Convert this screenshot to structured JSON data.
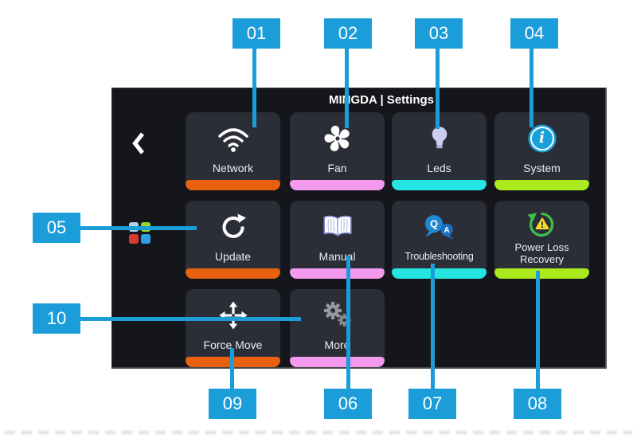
{
  "screen": {
    "title": "MINGDA | Settings",
    "back_icon": "chevron-left",
    "tiles": [
      {
        "label": "Network",
        "icon": "wifi-icon",
        "accent": "#e8610f"
      },
      {
        "label": "Fan",
        "icon": "fan-icon",
        "accent": "#f49aee"
      },
      {
        "label": "Leds",
        "icon": "bulb-icon",
        "accent": "#25e5e3"
      },
      {
        "label": "System",
        "icon": "info-circle-icon",
        "accent": "#abeb1e"
      },
      {
        "label": "Update",
        "icon": "refresh-icon",
        "accent": "#e8610f"
      },
      {
        "label": "Manual",
        "icon": "open-book-icon",
        "accent": "#f49aee"
      },
      {
        "label": "Troubleshooting",
        "icon": "qa-bubbles-icon",
        "accent": "#25e5e3"
      },
      {
        "label": "Power Loss Recovery",
        "icon": "power-loss-recovery-icon",
        "accent": "#abeb1e"
      },
      {
        "label": "Force Move",
        "icon": "move-arrows-icon",
        "accent": "#e8610f"
      },
      {
        "label": "More",
        "icon": "gears-icon",
        "accent": "#f49aee"
      }
    ],
    "icon_glyphs": {
      "info": "i",
      "qa_q": "Q",
      "qa_a": "A"
    }
  },
  "callouts": {
    "top": [
      {
        "num": "01",
        "target": "Network"
      },
      {
        "num": "02",
        "target": "Fan"
      },
      {
        "num": "03",
        "target": "Leds"
      },
      {
        "num": "04",
        "target": "System"
      }
    ],
    "left": [
      {
        "num": "05",
        "target": "Update"
      },
      {
        "num": "10",
        "target": "More"
      }
    ],
    "bottom": [
      {
        "num": "09",
        "target": "Force Move"
      },
      {
        "num": "06",
        "target": "Manual"
      },
      {
        "num": "07",
        "target": "Troubleshooting"
      },
      {
        "num": "08",
        "target": "Power Loss Recovery"
      }
    ]
  },
  "colors": {
    "callout_blue": "#1a9dd9",
    "screen_bg": "#15161b",
    "tile_bg": "#2b2d37",
    "accent_orange": "#e8610f",
    "accent_pink": "#f49aee",
    "accent_cyan": "#25e5e3",
    "accent_green": "#abeb1e",
    "bulb_lavender": "#c9cdee",
    "info_blue": "#17a0da",
    "qa_blue": "#2089d4",
    "recovery_green": "#3fbf4e",
    "warning_yellow": "#f3da2c",
    "gear_gray": "#97989e",
    "logo_squares": [
      "#b0d4ea",
      "#96d629",
      "#d93a32",
      "#2e9fe6"
    ]
  }
}
